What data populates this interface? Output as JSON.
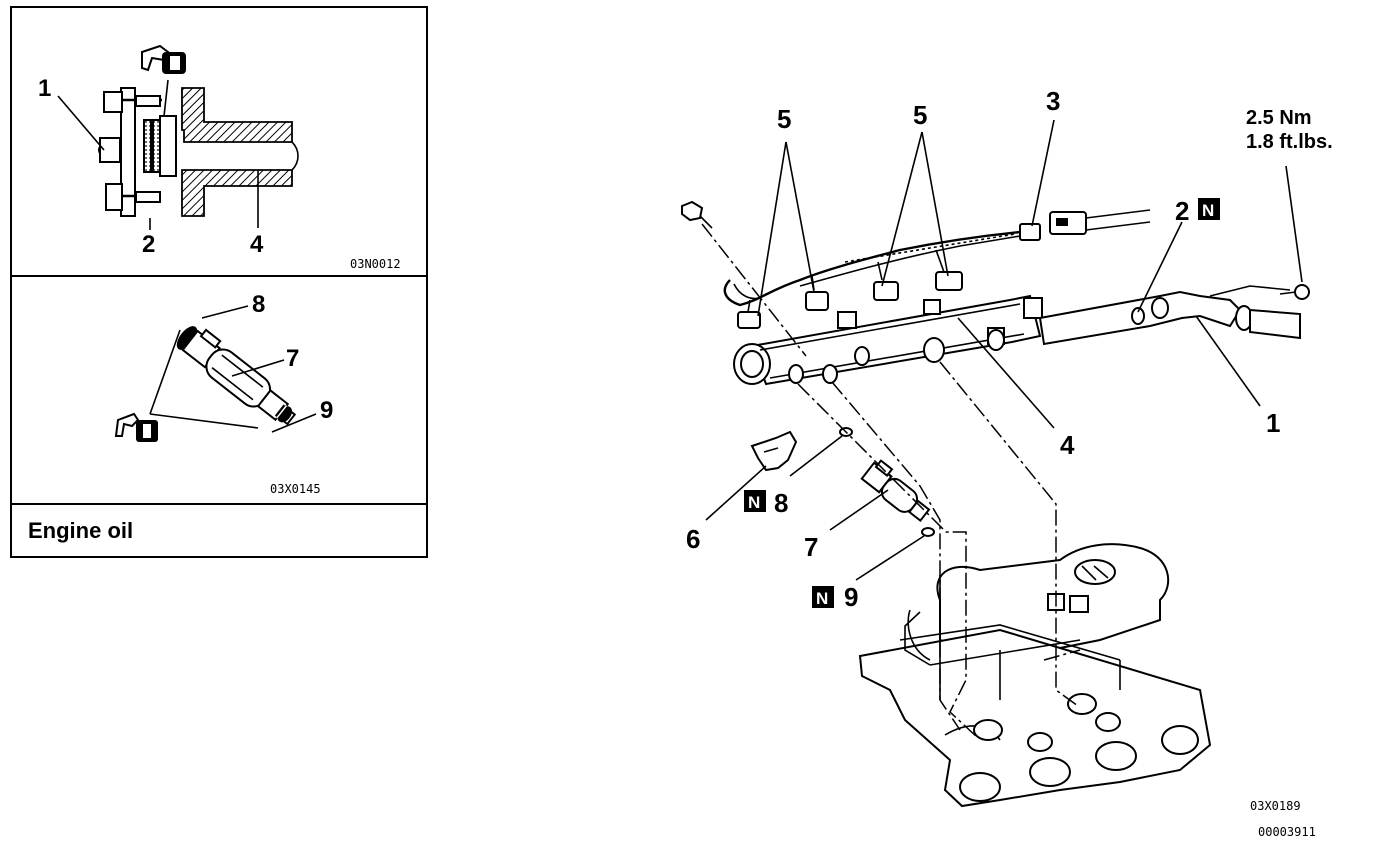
{
  "inset_top": {
    "callouts": {
      "c1": "1",
      "c2": "2",
      "c4": "4"
    },
    "code": "03N0012"
  },
  "inset_middle": {
    "callouts": {
      "c7": "7",
      "c8": "8",
      "c9": "9"
    },
    "code": "03X0145"
  },
  "inset_note": "Engine oil",
  "main": {
    "callouts": {
      "c1": "1",
      "c2": "2",
      "c3": "3",
      "c4": "4",
      "c5a": "5",
      "c5b": "5",
      "c6": "6",
      "c7": "7",
      "c8": "8",
      "c9": "9"
    },
    "torque_line1": "2.5 Nm",
    "torque_line2": "1.8 ft.lbs.",
    "new_part_marker": "N",
    "code": "03X0189",
    "doc_number": "00003911"
  }
}
